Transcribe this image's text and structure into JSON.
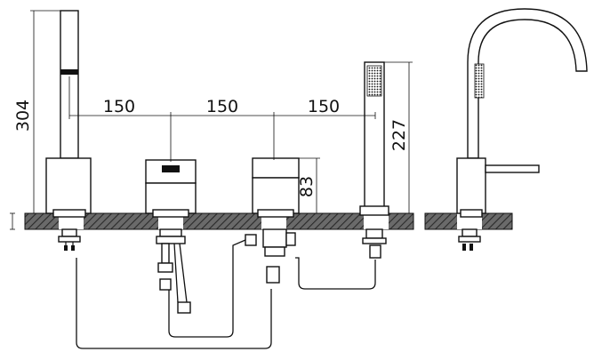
{
  "dimensions": {
    "spacing_1": "150",
    "spacing_2": "150",
    "spacing_3": "150",
    "spout_height": "304",
    "handshower_height": "227",
    "valve_height": "83"
  },
  "colors": {
    "line": "#111111",
    "counter": "#555555",
    "background": "#ffffff"
  }
}
